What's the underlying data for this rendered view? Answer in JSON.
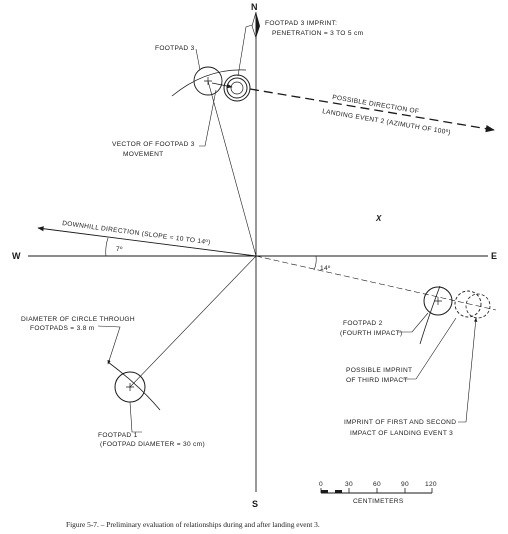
{
  "compass": {
    "north": "N",
    "south": "S",
    "east": "E",
    "west": "W"
  },
  "labels": {
    "footpad3": "FOOTPAD 3",
    "imprint_line1": "FOOTPAD 3 IMPRINT:",
    "imprint_line2": "PENETRATION = 3 TO 5 cm",
    "possible_dir_line1": "POSSIBLE DIRECTION OF",
    "possible_dir_line2": "LANDING EVENT 2 (AZIMUTH OF 100º)",
    "vector_line1": "VECTOR OF FOOTPAD 3",
    "vector_line2": "MOVEMENT",
    "x_mark": "X",
    "downhill": "DOWNHILL DIRECTION (SLOPE = 10 TO 14º)",
    "angle_7": "7º",
    "angle_14": "14º",
    "diameter_line1": "DIAMETER OF CIRCLE THROUGH",
    "diameter_line2": "FOOTPADS = 3.8 m",
    "footpad2_line1": "FOOTPAD 2",
    "footpad2_line2": "(FOURTH IMPACT)",
    "third_line1": "POSSIBLE IMPRINT",
    "third_line2": "OF THIRD IMPACT",
    "footpad1_line1": "FOOTPAD 1",
    "footpad1_line2": "(FOOTPAD DIAMETER = 30 cm)",
    "first_line1": "IMPRINT OF FIRST AND SECOND",
    "first_line2": "IMPACT OF LANDING EVENT 3"
  },
  "scale_bar": {
    "ticks": [
      "0",
      "30",
      "60",
      "90",
      "120"
    ],
    "unit": "CENTIMETERS"
  },
  "caption": "Figure 5-7. – Preliminary evaluation of relationships during and after landing event 3."
}
